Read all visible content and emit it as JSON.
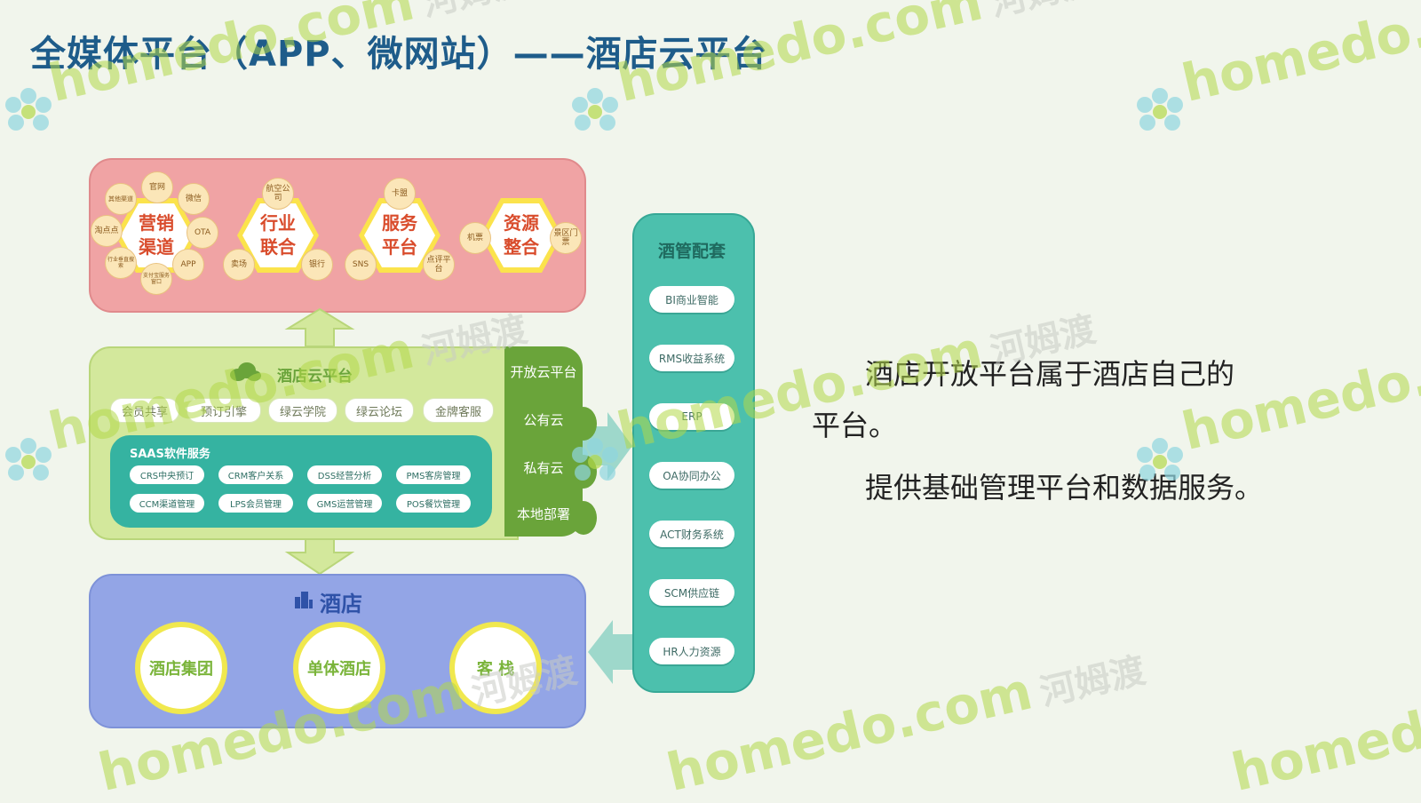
{
  "title": "全媒体平台（APP、微网站）——酒店云平台",
  "top_panel": {
    "flowers": [
      {
        "center": "营销\n渠道",
        "petals": [
          "官网",
          "微信",
          "OTA",
          "APP",
          "支付宝服务窗口",
          "行业垂直搜索",
          "淘点点",
          "其他渠道"
        ]
      },
      {
        "center": "行业\n联合",
        "petals": [
          "航空公司",
          "银行",
          "卖场"
        ]
      },
      {
        "center": "服务\n平台",
        "petals": [
          "卡盟",
          "点评平台",
          "SNS"
        ]
      },
      {
        "center": "资源\n整合",
        "petals": [
          "景区门票",
          "机票"
        ]
      }
    ]
  },
  "cloud_platform": {
    "title": "酒店云平台",
    "features": [
      "会员共享",
      "预订引擎",
      "绿云学院",
      "绿云论坛",
      "金牌客服"
    ],
    "saas_title": "SAAS软件服务",
    "saas_items": [
      "CRS中央预订",
      "CRM客户关系",
      "DSS经营分析",
      "PMS客房管理",
      "CCM渠道管理",
      "LPS会员管理",
      "GMS运营管理",
      "POS餐饮管理"
    ],
    "tabs": [
      "开放云平台",
      "公有云",
      "私有云",
      "本地部署"
    ]
  },
  "hotel": {
    "title": "酒店",
    "circles": [
      "酒店集团",
      "单体酒店",
      "客 栈"
    ]
  },
  "support": {
    "title": "酒管配套",
    "items": [
      "BI商业智能",
      "RMS收益系统",
      "ERP",
      "OA协同办公",
      "ACT财务系统",
      "SCM供应链",
      "HR人力资源"
    ]
  },
  "right_text": {
    "line1": "酒店开放平台属于酒店自己的",
    "line2": "平台。",
    "line3": "提供基础管理平台和数据服务。"
  },
  "watermark": {
    "brand": "homedo.com",
    "cn": "河姆渡"
  },
  "colors": {
    "title": "#1e5c8a",
    "pink": "#f0a3a4",
    "green": "#d3e89c",
    "dark_green": "#6aa43a",
    "teal": "#35b3a1",
    "blue": "#93a5e6",
    "support": "#4cc0ad"
  }
}
